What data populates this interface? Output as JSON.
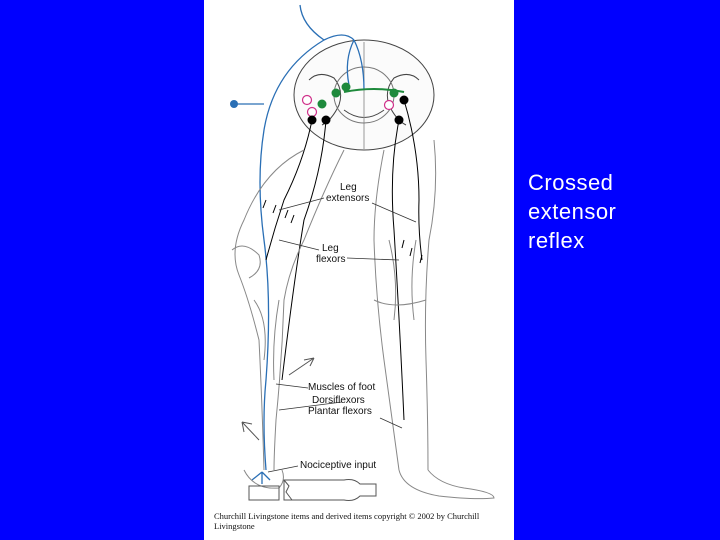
{
  "slide": {
    "title_lines": [
      "Crossed",
      "extensor",
      "reflex"
    ],
    "background_color": "#0000ff"
  },
  "diagram": {
    "labels": {
      "leg_extensors_1": "Leg",
      "leg_extensors_2": "extensors",
      "leg_flexors_1": "Leg",
      "leg_flexors_2": "flexors",
      "muscles_of_foot": "Muscles of foot",
      "dorsiflexors": "Dorsiflexors",
      "plantar_flexors": "Plantar flexors",
      "nociceptive_input": "Nociceptive input"
    },
    "copyright_line1": "Churchill Livingstone items and derived items copyright © 2002 by Churchill",
    "copyright_line2": "Livingstone",
    "colors": {
      "sensory_pathway": "#2a6fb5",
      "interneuron": "#1e8a3c",
      "motor_neuron": "#000000",
      "inhibitory_neuron": "#d0308a"
    }
  }
}
